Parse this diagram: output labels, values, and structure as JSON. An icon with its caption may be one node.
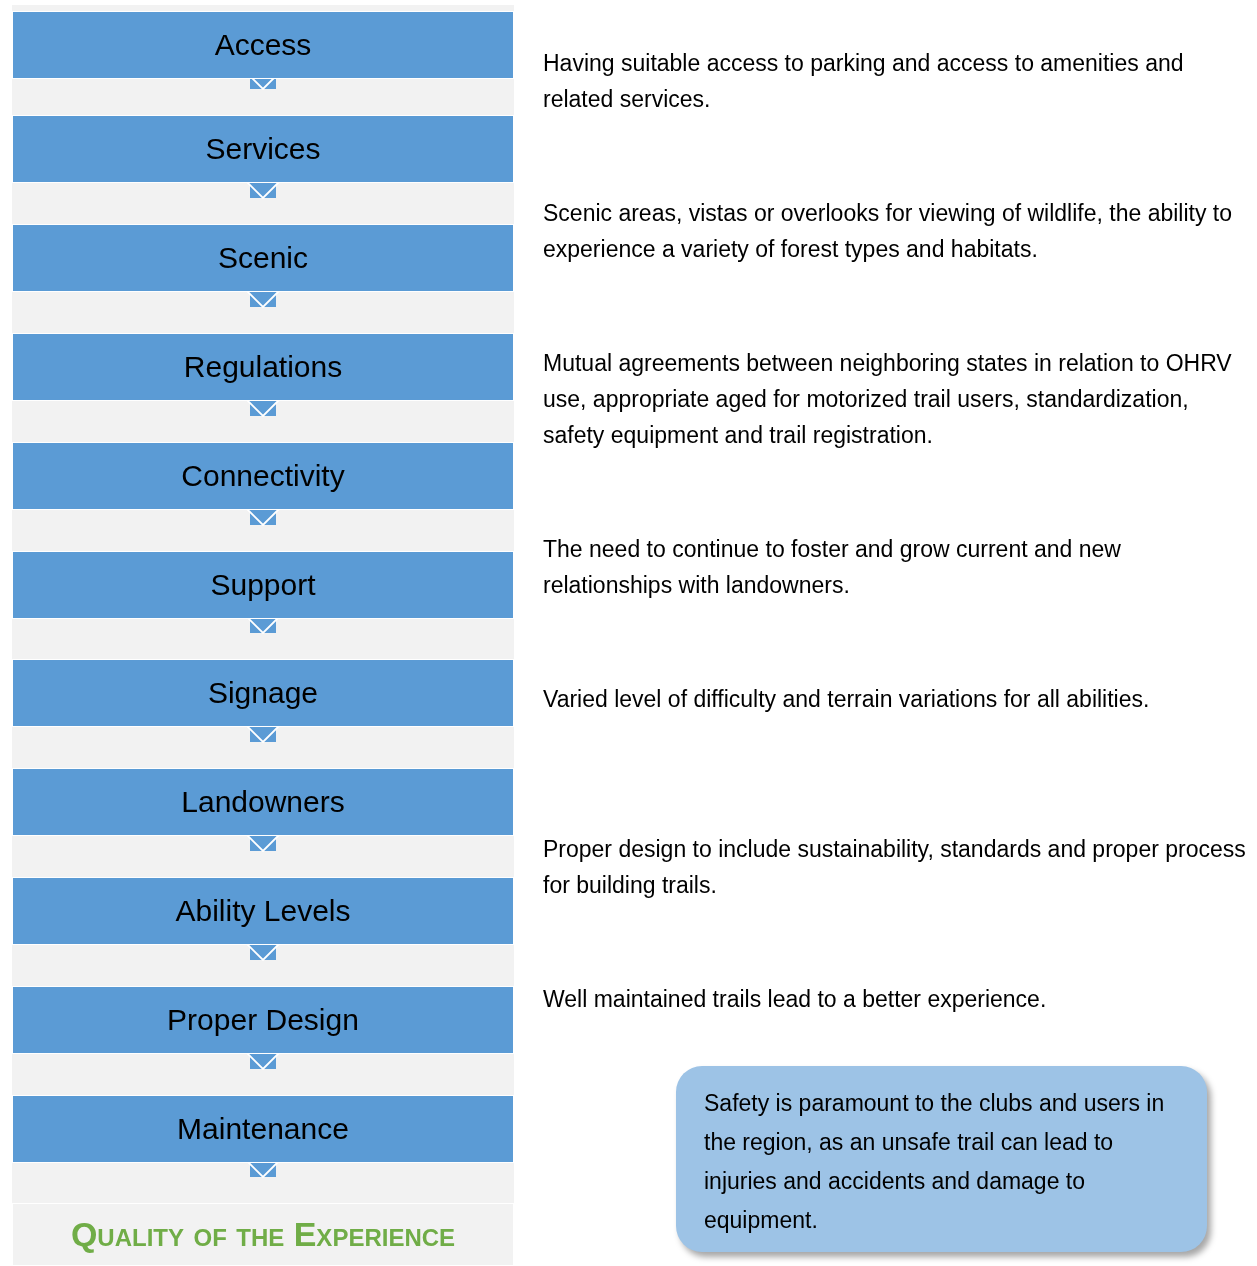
{
  "diagram": {
    "nodes": [
      {
        "text": [
          "Access"
        ]
      },
      {
        "text": [
          "Services"
        ]
      },
      {
        "text": [
          "Scenic"
        ]
      },
      {
        "text": [
          "Regulations"
        ]
      },
      {
        "text": [
          "Connectivity"
        ]
      },
      {
        "text": [
          "Support"
        ]
      },
      {
        "text": [
          "Signage"
        ]
      },
      {
        "text": [
          "Landowners"
        ]
      },
      {
        "text": [
          "Ability Levels"
        ]
      },
      {
        "text": [
          "Proper Design"
        ]
      },
      {
        "text": [
          "Maintenance"
        ]
      },
      {
        "text": [
          "Quality of the Experience"
        ]
      },
      {
        "text": [
          "Safety is paramount to the clubs and users in the region, as an unsafe trail can lead to injuries and accidents and damage to equipment."
        ]
      }
    ],
    "edges": [
      {
        "from": 0,
        "to": 1,
        "arrow": "to"
      },
      {
        "from": 1,
        "to": 2,
        "arrow": "to"
      },
      {
        "from": 2,
        "to": 3,
        "arrow": "to"
      },
      {
        "from": 3,
        "to": 4,
        "arrow": "to"
      },
      {
        "from": 4,
        "to": 5,
        "arrow": "to"
      },
      {
        "from": 5,
        "to": 6,
        "arrow": "to"
      },
      {
        "from": 6,
        "to": 7,
        "arrow": "to"
      },
      {
        "from": 7,
        "to": 8,
        "arrow": "to"
      },
      {
        "from": 8,
        "to": 9,
        "arrow": "to"
      },
      {
        "from": 9,
        "to": 10,
        "arrow": "to"
      },
      {
        "from": 10,
        "to": 11,
        "arrow": "to"
      }
    ],
    "labels": [
      "Having suitable access to parking and access to amenities and related services.",
      "Scenic areas, vistas or overlooks for viewing of wildlife, the ability to experience a variety of forest types and habitats.",
      "Mutual agreements between neighboring states in relation to OHRV use, appropriate aged for motorized trail users, standardization, safety equipment and trail registration.",
      "The need to continue to foster and grow current and new relationships with landowners.",
      "Varied level of difficulty and terrain variations for all abilities.",
      "Proper design to include sustainability, standards and proper process for building trails.",
      "Well maintained trails lead to a better experience."
    ]
  }
}
